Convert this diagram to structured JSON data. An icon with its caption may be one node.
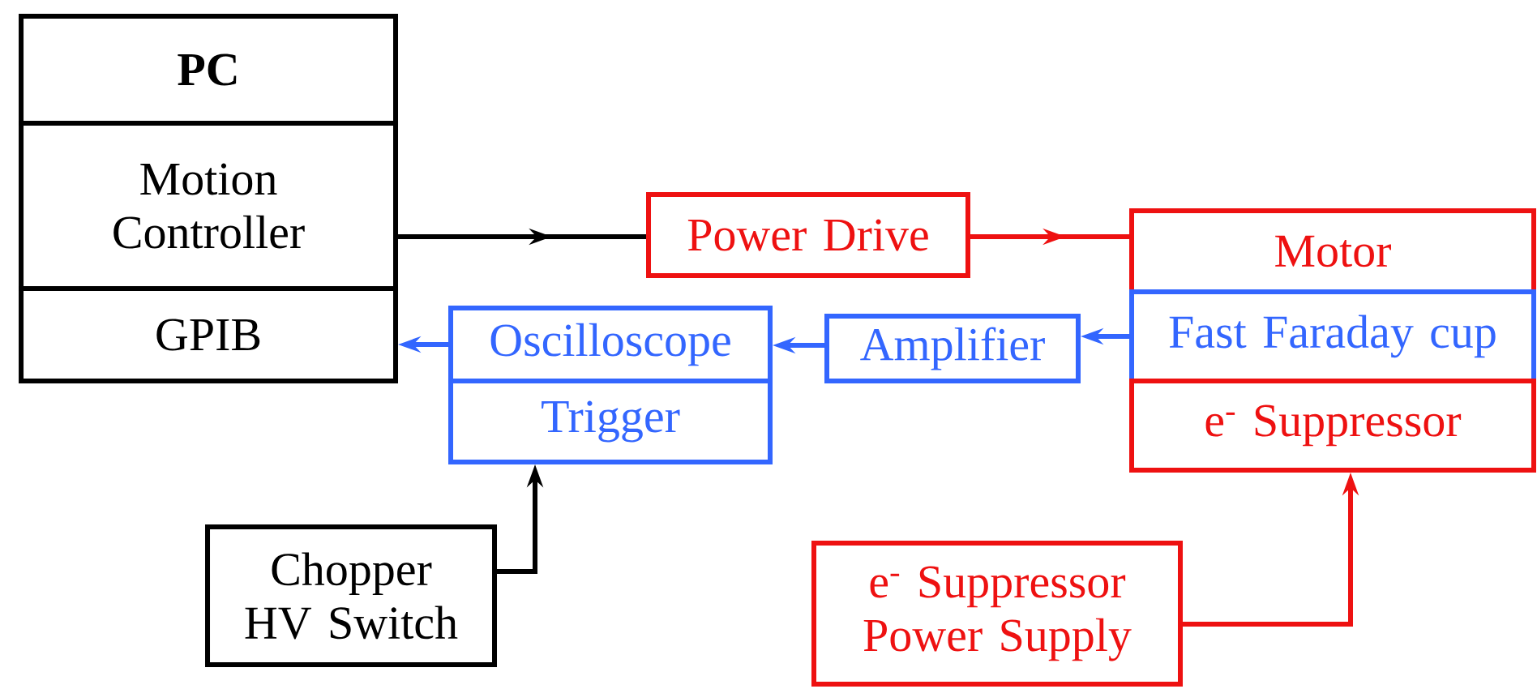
{
  "diagram": {
    "nodes": [
      {
        "text": [
          "PC"
        ]
      },
      {
        "text": [
          "Motion Controller"
        ]
      },
      {
        "text": [
          "GPIB"
        ]
      },
      {
        "text": [
          "Power Drive"
        ]
      },
      {
        "text": [
          "Motor"
        ]
      },
      {
        "text": [
          "Fast Faraday cup"
        ]
      },
      {
        "text": [
          "e$^{-}$ Suppressor"
        ]
      },
      {
        "text": [
          "Amplifier"
        ]
      },
      {
        "text": [
          "Oscilloscope"
        ]
      },
      {
        "text": [
          "Trigger"
        ]
      },
      {
        "text": [
          "Chopper HV Switch"
        ]
      },
      {
        "text": [
          "e$^{-}$ Suppressor Power Supply"
        ]
      }
    ],
    "edges": [
      {
        "from": 1,
        "to": 3,
        "arrow": "to",
        "color": "#000000"
      },
      {
        "from": 3,
        "to": 4,
        "arrow": "to",
        "color": "#ee1111"
      },
      {
        "from": 5,
        "to": 7,
        "arrow": "to"
      },
      {
        "from": 7,
        "to": 8,
        "arrow": "to"
      },
      {
        "from": 8,
        "to": 2,
        "arrow": "to"
      },
      {
        "from": 10,
        "to": 9,
        "arrow": "to",
        "color": "#000000"
      },
      {
        "from": 11,
        "to": 6,
        "arrow": "to",
        "color": "#ee1111"
      }
    ]
  }
}
